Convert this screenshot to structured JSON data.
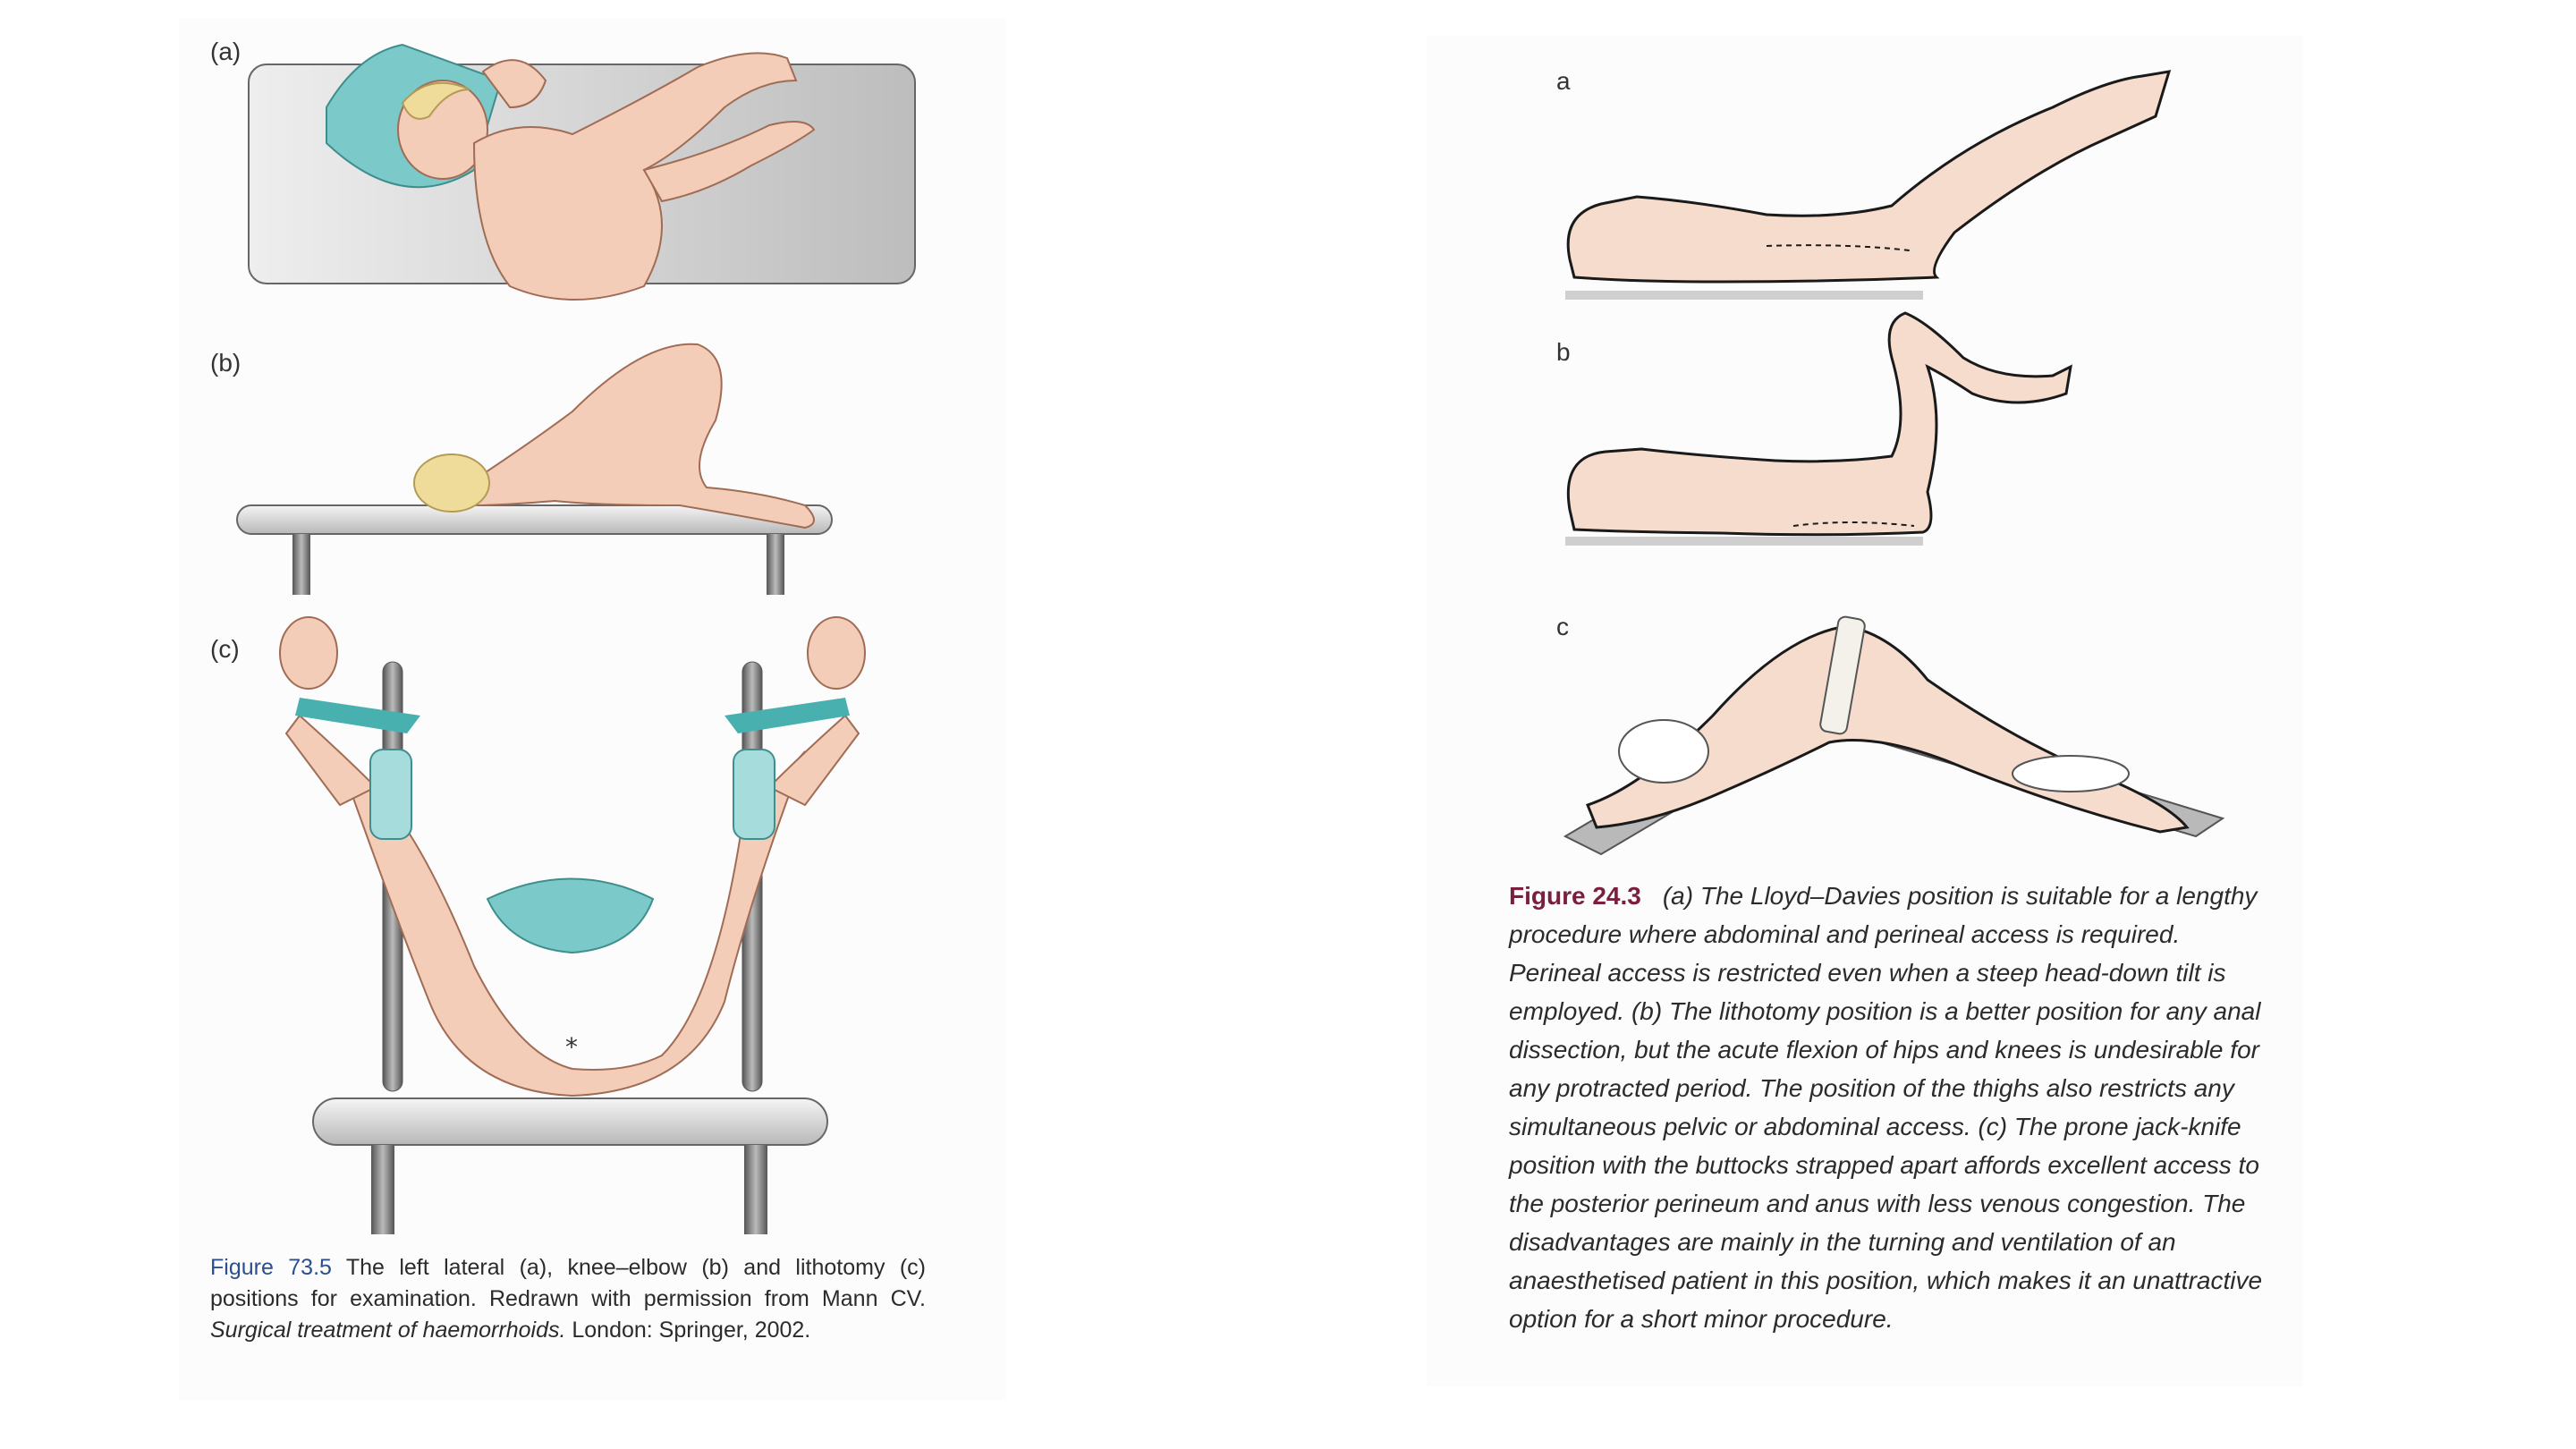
{
  "left_figure": {
    "labels": {
      "a": "(a)",
      "b": "(b)",
      "c": "(c)"
    },
    "caption": {
      "figure_number": "Figure 73.5",
      "text_1": " The left lateral (a), knee–elbow (b) and lithotomy (c) positions for examination. Redrawn with permission from Mann CV. ",
      "italic": "Surgical treatment of haemorrhoids.",
      "text_2": " London: Springer, 2002."
    },
    "colors": {
      "skin": "#f3cdb7",
      "pad": "#7cc9c9",
      "table": "#cfcfcf",
      "figure_number": "#2b4f8c"
    }
  },
  "right_figure": {
    "labels": {
      "a": "a",
      "b": "b",
      "c": "c"
    },
    "caption": {
      "figure_number": "Figure 24.3",
      "text": "(a) The Lloyd–Davies position is suitable for a lengthy procedure where abdominal and perineal access is required. Perineal access is restricted even when a steep head-down tilt is employed. (b) The lithotomy position is a better position for any anal dissection, but the acute flexion of hips and knees is undesirable for any protracted period. The position of the thighs also restricts any simultaneous pelvic or abdominal access. (c) The prone jack-knife position with the buttocks strapped apart affords excellent access to the posterior perineum and anus with less venous congestion. The disadvantages are mainly in the turning and ventilation of an anaesthetised patient in this position, which makes it an unattractive option for a short minor procedure."
    },
    "colors": {
      "skin": "#f6dccd",
      "outline": "#1a1a1a",
      "figure_number": "#7a1f3d"
    }
  }
}
